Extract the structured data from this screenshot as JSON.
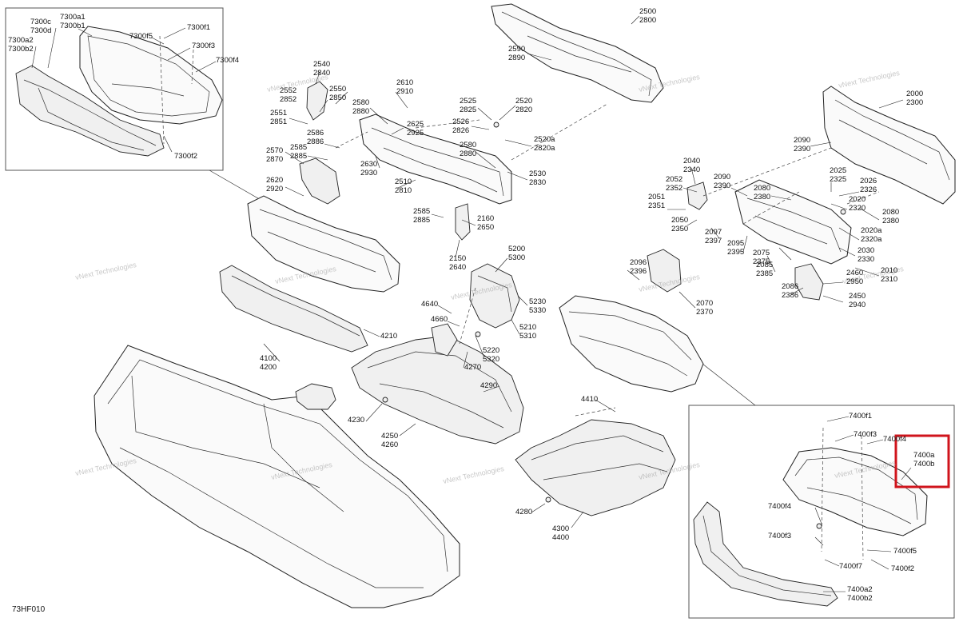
{
  "figure_code": "73HF010",
  "watermark_text": "vNext Technologies",
  "highlight_color": "#d0141c",
  "callouts": [
    {
      "id": "c7300c",
      "lines": [
        "7300c",
        "7300d"
      ]
    },
    {
      "id": "c7300a1",
      "lines": [
        "7300a1",
        "7300b1"
      ]
    },
    {
      "id": "c7300f1",
      "lines": [
        "7300f1"
      ]
    },
    {
      "id": "c7300f5",
      "lines": [
        "7300f5"
      ]
    },
    {
      "id": "c7300f3",
      "lines": [
        "7300f3"
      ]
    },
    {
      "id": "c7300f4",
      "lines": [
        "7300f4"
      ]
    },
    {
      "id": "c7300a2",
      "lines": [
        "7300a2",
        "7300b2"
      ]
    },
    {
      "id": "c7300f2",
      "lines": [
        "7300f2"
      ]
    },
    {
      "id": "c2540",
      "lines": [
        "2540",
        "2840"
      ]
    },
    {
      "id": "c2552",
      "lines": [
        "2552",
        "2852"
      ]
    },
    {
      "id": "c2550",
      "lines": [
        "2550",
        "2850"
      ]
    },
    {
      "id": "c2551",
      "lines": [
        "2551",
        "2851"
      ]
    },
    {
      "id": "c2586",
      "lines": [
        "2586",
        "2886"
      ]
    },
    {
      "id": "c2570",
      "lines": [
        "2570",
        "2870"
      ]
    },
    {
      "id": "c2585a",
      "lines": [
        "2585",
        "2885"
      ]
    },
    {
      "id": "c2620",
      "lines": [
        "2620",
        "2920"
      ]
    },
    {
      "id": "c2610",
      "lines": [
        "2610",
        "2910"
      ]
    },
    {
      "id": "c2580a",
      "lines": [
        "2580",
        "2880"
      ]
    },
    {
      "id": "c2625",
      "lines": [
        "2625",
        "2925"
      ]
    },
    {
      "id": "c2630",
      "lines": [
        "2630",
        "2930"
      ]
    },
    {
      "id": "c2510",
      "lines": [
        "2510",
        "2810"
      ]
    },
    {
      "id": "c2525",
      "lines": [
        "2525",
        "2825"
      ]
    },
    {
      "id": "c2520",
      "lines": [
        "2520",
        "2820"
      ]
    },
    {
      "id": "c2526",
      "lines": [
        "2526",
        "2826"
      ]
    },
    {
      "id": "c2520a",
      "lines": [
        "2520a",
        "2820a"
      ]
    },
    {
      "id": "c2580b",
      "lines": [
        "2580",
        "2880"
      ]
    },
    {
      "id": "c2530",
      "lines": [
        "2530",
        "2830"
      ]
    },
    {
      "id": "c2585b",
      "lines": [
        "2585",
        "2885"
      ]
    },
    {
      "id": "c2160",
      "lines": [
        "2160",
        "2650"
      ]
    },
    {
      "id": "c2150",
      "lines": [
        "2150",
        "2640"
      ]
    },
    {
      "id": "c2500",
      "lines": [
        "2500",
        "2800"
      ]
    },
    {
      "id": "c2590",
      "lines": [
        "2590",
        "2890"
      ]
    },
    {
      "id": "c2000",
      "lines": [
        "2000",
        "2300"
      ]
    },
    {
      "id": "c2090a",
      "lines": [
        "2090",
        "2390"
      ]
    },
    {
      "id": "c2040",
      "lines": [
        "2040",
        "2340"
      ]
    },
    {
      "id": "c2052",
      "lines": [
        "2052",
        "2352"
      ]
    },
    {
      "id": "c2090b",
      "lines": [
        "2090",
        "2390"
      ]
    },
    {
      "id": "c2080a",
      "lines": [
        "2080",
        "2380"
      ]
    },
    {
      "id": "c2025",
      "lines": [
        "2025",
        "2325"
      ]
    },
    {
      "id": "c2026",
      "lines": [
        "2026",
        "2326"
      ]
    },
    {
      "id": "c2020",
      "lines": [
        "2020",
        "2320"
      ]
    },
    {
      "id": "c2080b",
      "lines": [
        "2080",
        "2380"
      ]
    },
    {
      "id": "c2051",
      "lines": [
        "2051",
        "2351"
      ]
    },
    {
      "id": "c2050",
      "lines": [
        "2050",
        "2350"
      ]
    },
    {
      "id": "c2097",
      "lines": [
        "2097",
        "2397"
      ]
    },
    {
      "id": "c2095",
      "lines": [
        "2095",
        "2395"
      ]
    },
    {
      "id": "c2020a",
      "lines": [
        "2020a",
        "2320a"
      ]
    },
    {
      "id": "c2075",
      "lines": [
        "2075",
        "2375"
      ]
    },
    {
      "id": "c2030",
      "lines": [
        "2030",
        "2330"
      ]
    },
    {
      "id": "c2085",
      "lines": [
        "2085",
        "2385"
      ]
    },
    {
      "id": "c2010",
      "lines": [
        "2010",
        "2310"
      ]
    },
    {
      "id": "c2096",
      "lines": [
        "2096",
        "2396"
      ]
    },
    {
      "id": "c2460",
      "lines": [
        "2460",
        "2950"
      ]
    },
    {
      "id": "c2086",
      "lines": [
        "2086",
        "2386"
      ]
    },
    {
      "id": "c2450",
      "lines": [
        "2450",
        "2940"
      ]
    },
    {
      "id": "c2070",
      "lines": [
        "2070",
        "2370"
      ]
    },
    {
      "id": "c5200",
      "lines": [
        "5200",
        "5300"
      ]
    },
    {
      "id": "c5230",
      "lines": [
        "5230",
        "5330"
      ]
    },
    {
      "id": "c5210",
      "lines": [
        "5210",
        "5310"
      ]
    },
    {
      "id": "c4640",
      "lines": [
        "4640"
      ]
    },
    {
      "id": "c4660",
      "lines": [
        "4660"
      ]
    },
    {
      "id": "c5220",
      "lines": [
        "5220",
        "5320"
      ]
    },
    {
      "id": "c4270",
      "lines": [
        "4270"
      ]
    },
    {
      "id": "c4210",
      "lines": [
        "4210"
      ]
    },
    {
      "id": "c4100",
      "lines": [
        "4100",
        "4200"
      ]
    },
    {
      "id": "c4290",
      "lines": [
        "4290"
      ]
    },
    {
      "id": "c4230",
      "lines": [
        "4230"
      ]
    },
    {
      "id": "c4250",
      "lines": [
        "4250",
        "4260"
      ]
    },
    {
      "id": "c4410",
      "lines": [
        "4410"
      ]
    },
    {
      "id": "c4280",
      "lines": [
        "4280"
      ]
    },
    {
      "id": "c4300",
      "lines": [
        "4300",
        "4400"
      ]
    },
    {
      "id": "c7400f1",
      "lines": [
        "7400f1"
      ]
    },
    {
      "id": "c7400f3a",
      "lines": [
        "7400f3"
      ]
    },
    {
      "id": "c7400f4a",
      "lines": [
        "7400f4"
      ]
    },
    {
      "id": "c7400a",
      "lines": [
        "7400a",
        "7400b"
      ]
    },
    {
      "id": "c7400f4b",
      "lines": [
        "7400f4"
      ]
    },
    {
      "id": "c7400f3b",
      "lines": [
        "7400f3"
      ]
    },
    {
      "id": "c7400f5",
      "lines": [
        "7400f5"
      ]
    },
    {
      "id": "c7400f7",
      "lines": [
        "7400f7"
      ]
    },
    {
      "id": "c7400f2",
      "lines": [
        "7400f2"
      ]
    },
    {
      "id": "c7400a2",
      "lines": [
        "7400a2",
        "7400b2"
      ]
    }
  ]
}
